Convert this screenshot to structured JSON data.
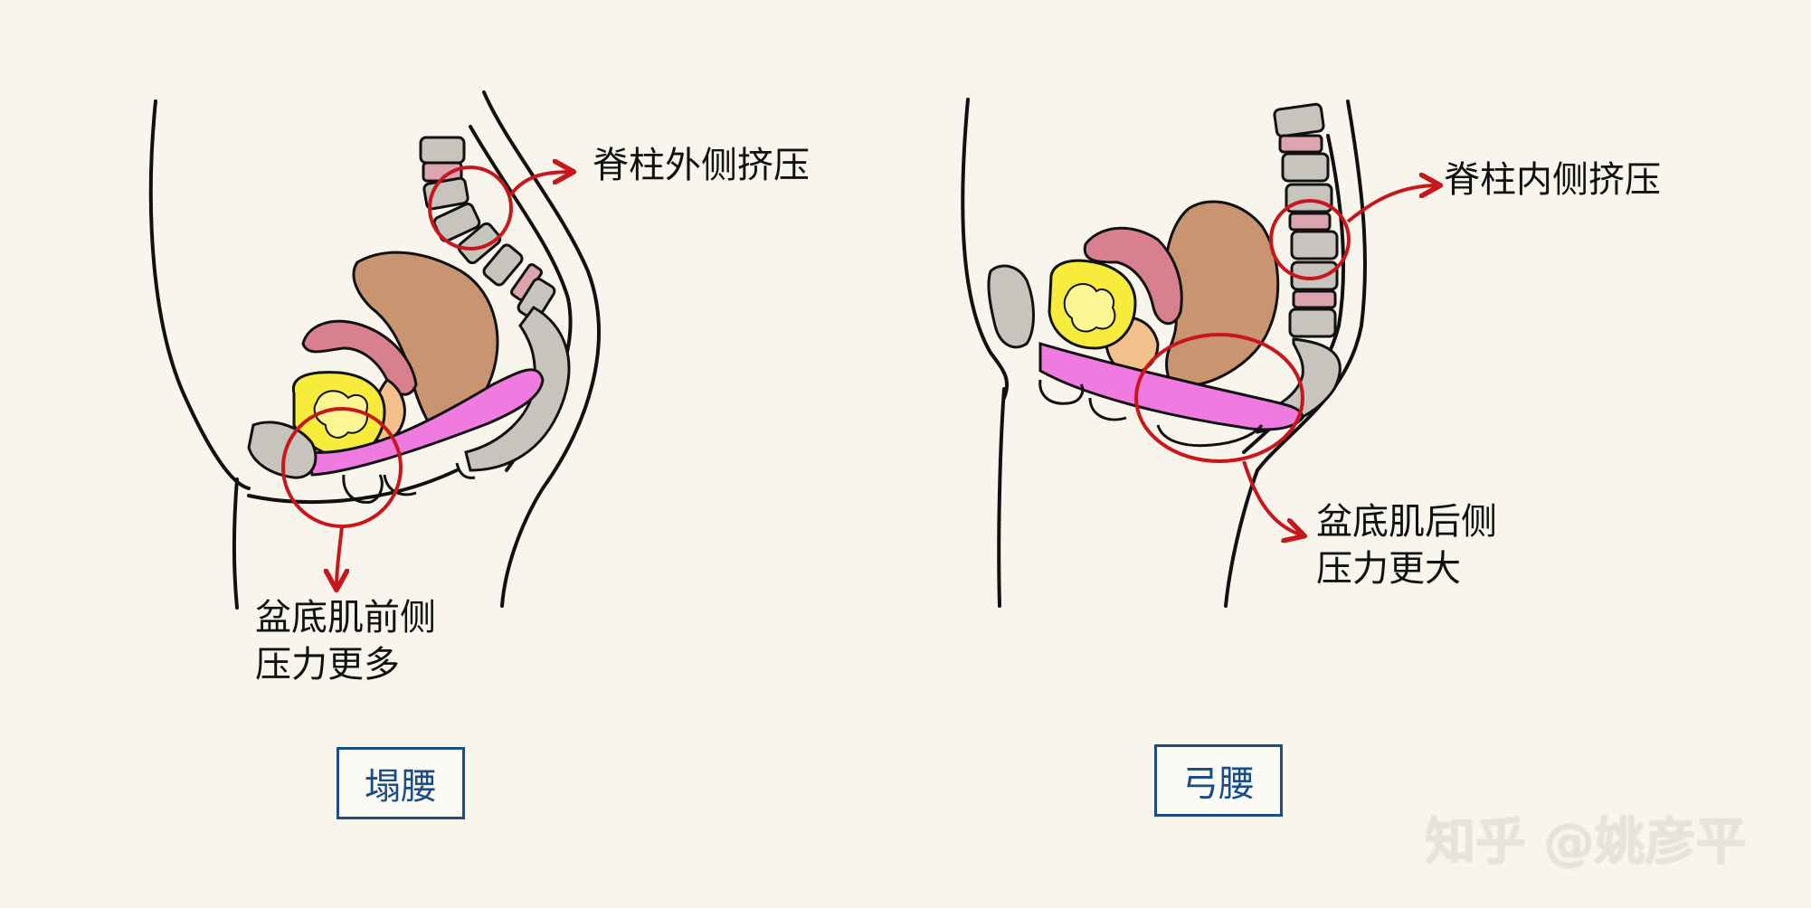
{
  "left_panel": {
    "spine_annotation": "脊柱外侧挤压",
    "pelvic_annotation_line1": "盆底肌前侧",
    "pelvic_annotation_line2": "压力更多",
    "caption": "塌腰"
  },
  "right_panel": {
    "spine_annotation": "脊柱内侧挤压",
    "pelvic_annotation_line1": "盆底肌后侧",
    "pelvic_annotation_line2": "压力更大",
    "caption": "弓腰"
  },
  "watermark": "知乎 @姚彦平",
  "colors": {
    "background": "#f8f6ec",
    "outline": "#111111",
    "highlight_circle": "#c8171c",
    "caption_border": "#1a4c86",
    "pelvic_floor": "#f07be0",
    "bladder": "#f7ec3c",
    "uterus": "#d9808f",
    "rectum": "#c99470",
    "bone": "#c6c4bd",
    "disc": "#dca4ac"
  }
}
